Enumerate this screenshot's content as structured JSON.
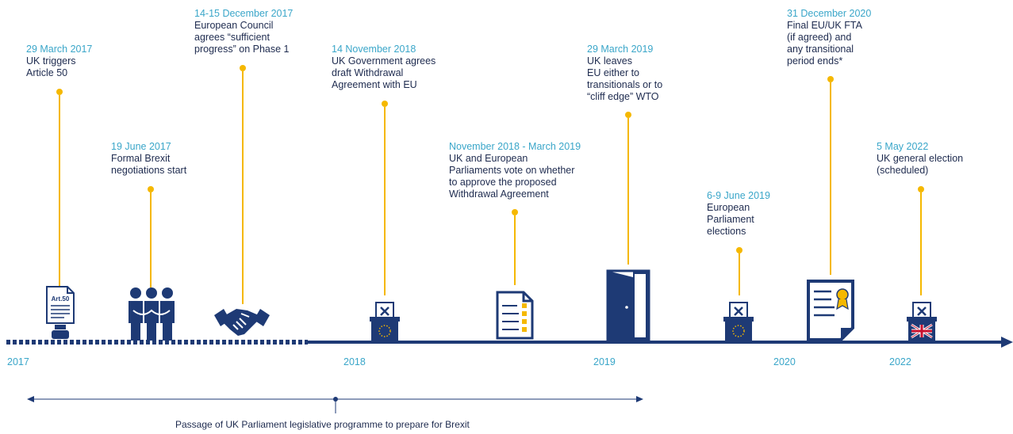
{
  "events": [
    {
      "date": "29 March 2017",
      "desc": "UK triggers\nArticle 50"
    },
    {
      "date": "19 June 2017",
      "desc": "Formal Brexit\nnegotiations start"
    },
    {
      "date": "14-15 December 2017",
      "desc": "European Council\nagrees “sufficient\nprogress” on Phase 1"
    },
    {
      "date": "14 November 2018",
      "desc": "UK Government agrees\ndraft Withdrawal\nAgreement with EU"
    },
    {
      "date": "November 2018 - March 2019",
      "desc": "UK and European\nParliaments vote on whether\nto approve the proposed\nWithdrawal Agreement"
    },
    {
      "date": "29 March 2019",
      "desc": "UK leaves\nEU either to\ntransitionals or to\n“cliff edge” WTO"
    },
    {
      "date": "6-9 June 2019",
      "desc": "European\nParliament\nelections"
    },
    {
      "date": "31 December 2020",
      "desc": "Final EU/UK FTA\n(if agreed) and\nany transitional\nperiod ends*"
    },
    {
      "date": "5 May 2022",
      "desc": "UK general election\n(scheduled)"
    }
  ],
  "years": [
    "2017",
    "2018",
    "2019",
    "2020",
    "2022"
  ],
  "article_label": "Art.50",
  "legislative_note": "Passage of UK Parliament legislative programme to prepare for Brexit",
  "colors": {
    "navy": "#1e3a75",
    "accent": "#f5b800",
    "date": "#3aa6c9",
    "text": "#1e2b4f"
  },
  "icons": [
    "document-icon",
    "people-icon",
    "handshake-icon",
    "ballot-box-eu-icon",
    "checklist-icon",
    "door-icon",
    "ballot-box-eu-icon",
    "certificate-icon",
    "ballot-box-uk-icon"
  ]
}
